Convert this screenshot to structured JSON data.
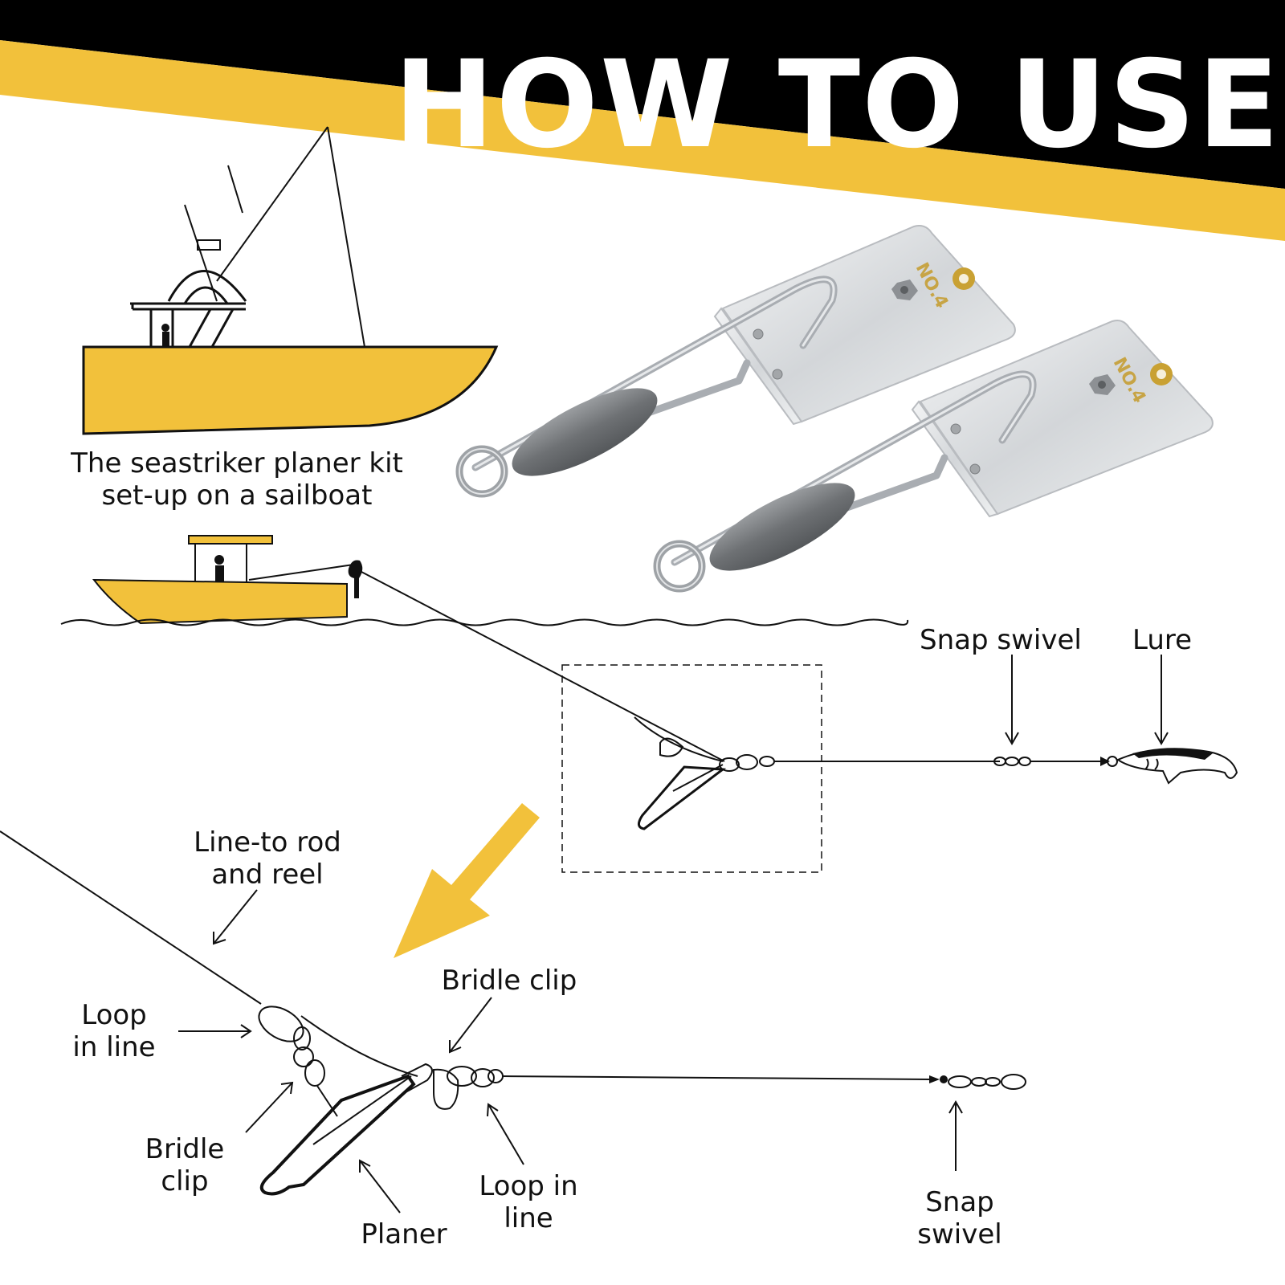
{
  "header": {
    "title": "HOW TO USE"
  },
  "colors": {
    "accent": "#F2C13B",
    "dark": "#000000",
    "steel": "#C9CCD0",
    "brass": "#C9A133"
  },
  "caption": {
    "line1": "The seastriker planer kit",
    "line2": "set-up on a sailboat"
  },
  "product": {
    "plate_stamp": "NO.4"
  },
  "labels": {
    "snap_swivel_top": "Snap swivel",
    "lure": "Lure",
    "line_to_rod_1": "Line-to rod",
    "line_to_rod_2": "and reel",
    "bridle_clip_top": "Bridle clip",
    "loop_left_1": "Loop",
    "loop_left_2": "in line",
    "bridle_clip_left_1": "Bridle",
    "bridle_clip_left_2": "clip",
    "planer": "Planer",
    "loop_right_1": "Loop in",
    "loop_right_2": "line",
    "snap_swivel_bottom_1": "Snap",
    "snap_swivel_bottom_2": "swivel"
  }
}
